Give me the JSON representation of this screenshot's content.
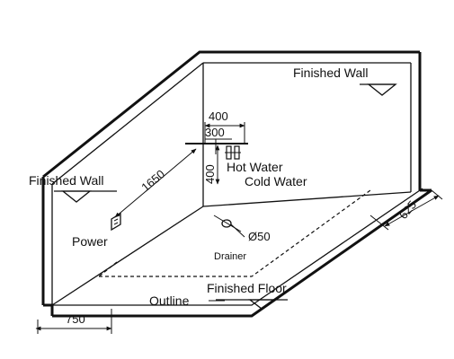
{
  "labels": {
    "finished_wall_right": "Finished Wall",
    "finished_wall_left": "Finished Wall",
    "finished_floor": "Finished Floor",
    "hot_water": "Hot Water",
    "cold_water": "Cold Water",
    "power": "Power",
    "drainer": "Drainer",
    "outline": "Outline"
  },
  "dimensions": {
    "top_width": "400",
    "inner_width": "300",
    "valve_height": "400",
    "wall_run": "1650",
    "drain_diameter": "Ø50",
    "depth": "625",
    "front_width": "750"
  }
}
